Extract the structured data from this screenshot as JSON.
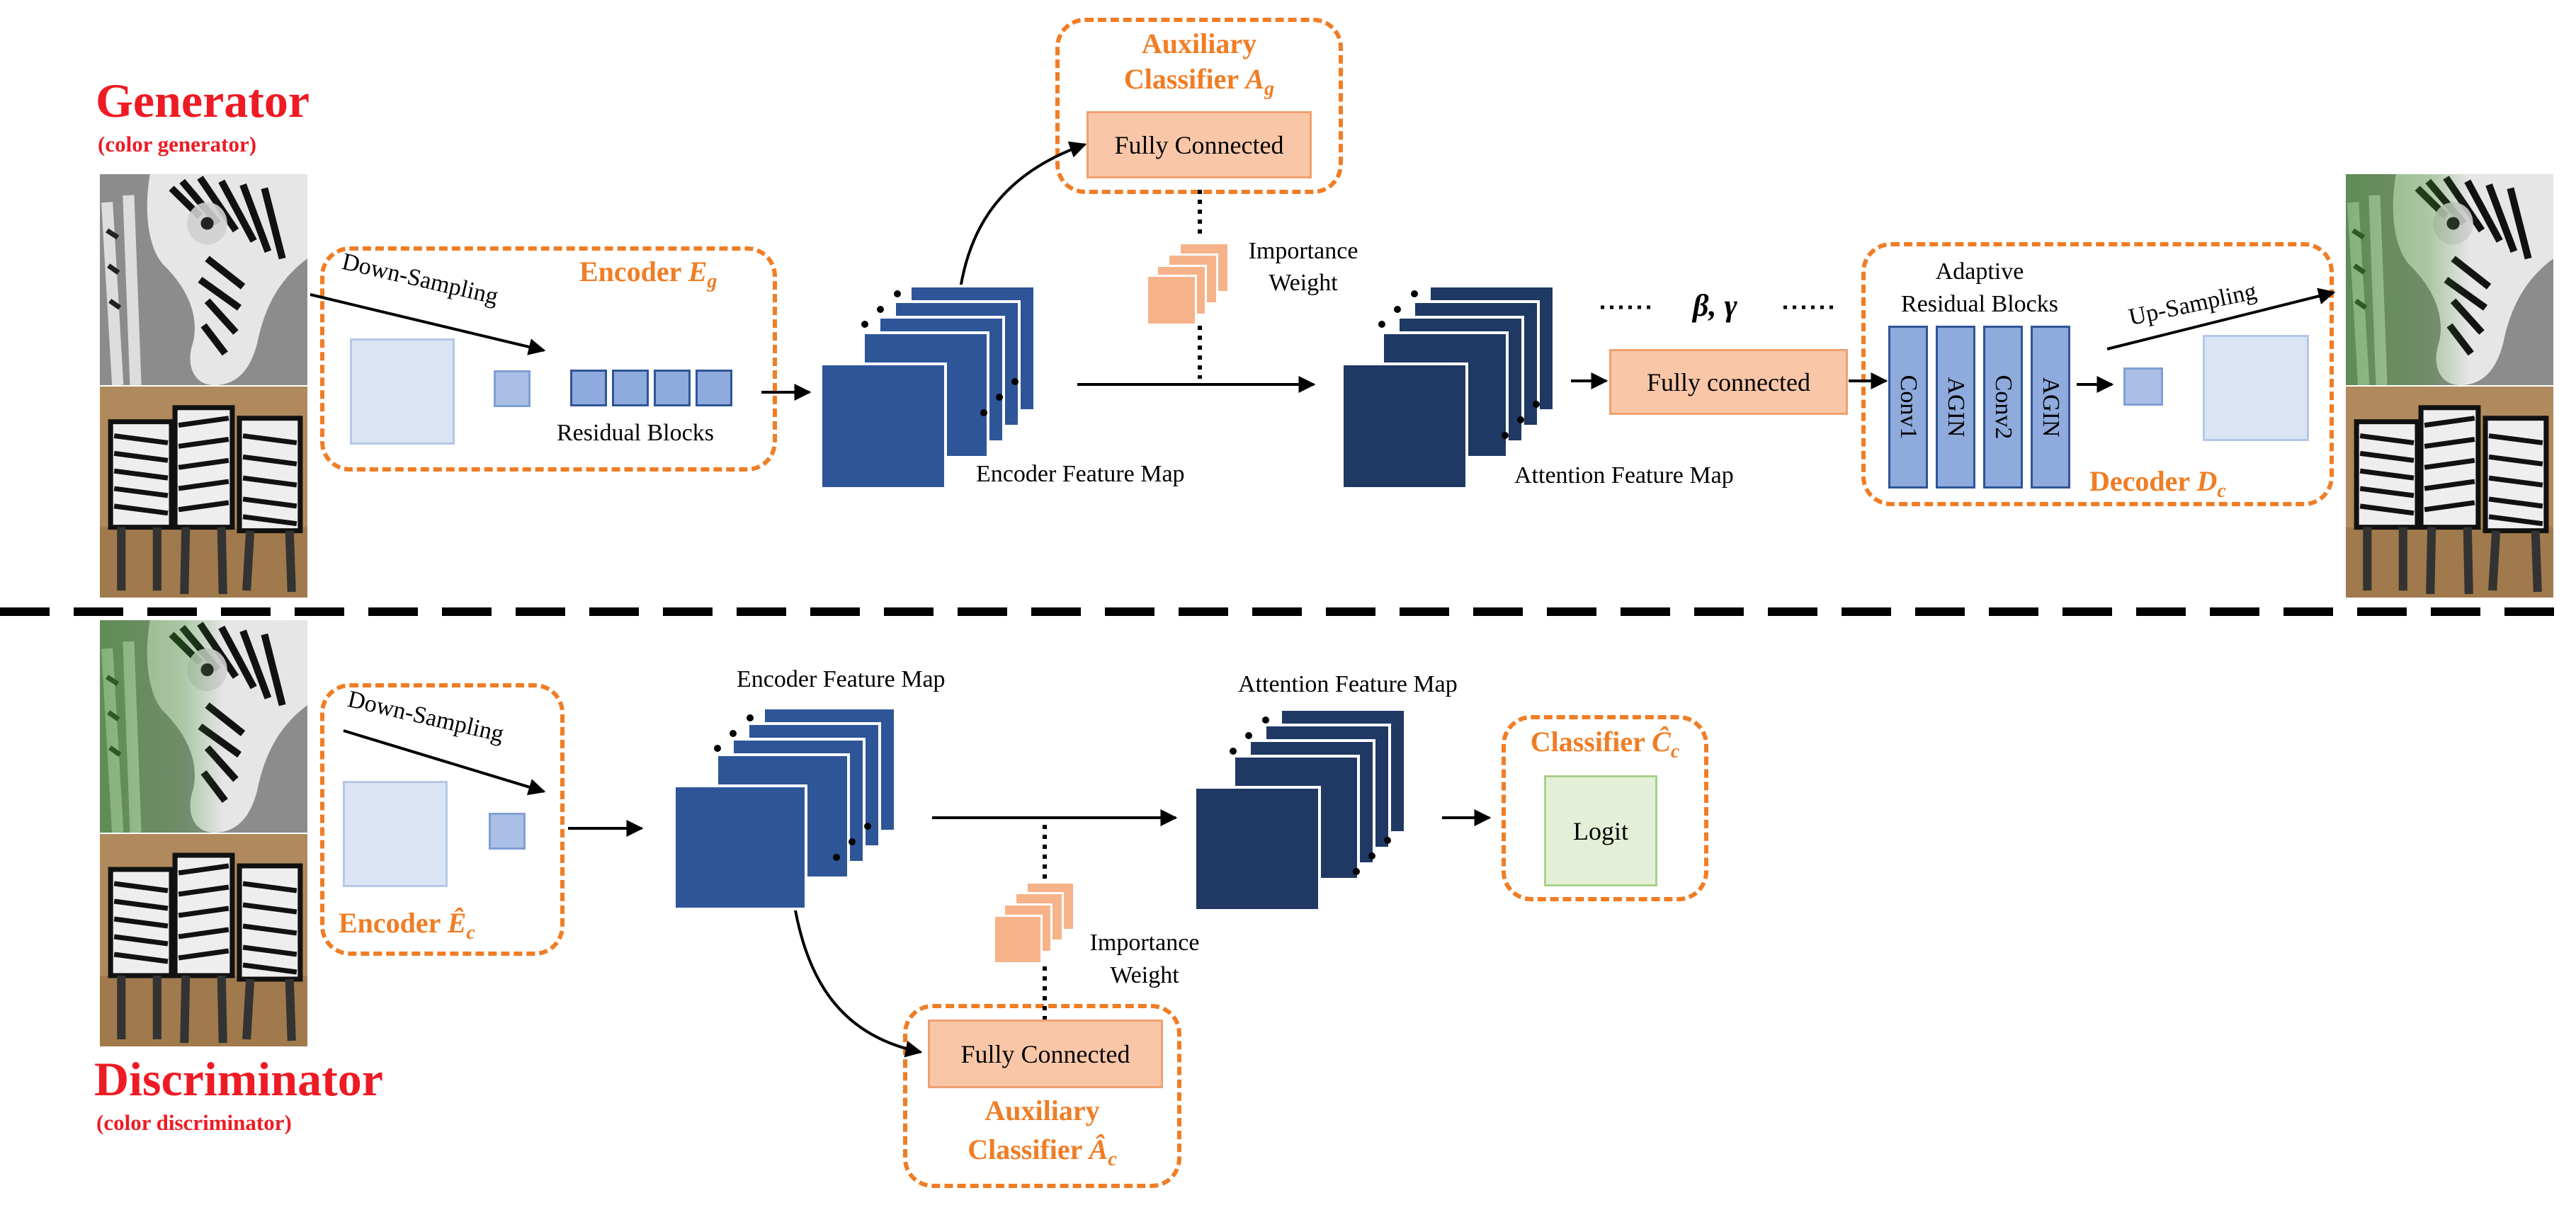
{
  "generator": {
    "title": "Generator",
    "subtitle": "(color generator)",
    "encoder_title": "Encoder",
    "encoder_math": "E_g",
    "down_sampling": "Down-Sampling",
    "residual_blocks": "Residual Blocks",
    "aux_title_1": "Auxiliary",
    "aux_title_2": "Classifier",
    "aux_math": "A_g",
    "fully_connected": "Fully Connected",
    "importance_1": "Importance",
    "importance_2": "Weight",
    "encoder_feature_map": "Encoder Feature Map",
    "attention_feature_map": "Attention Feature Map",
    "params": "β, γ",
    "fully_connected_2": "Fully connected",
    "adaptive_1": "Adaptive",
    "adaptive_2": "Residual Blocks",
    "adaptive_blocks": [
      "Conv1",
      "AGIN",
      "Conv2",
      "AGIN"
    ],
    "up_sampling": "Up-Sampling",
    "decoder_title": "Decoder",
    "decoder_math": "D_c"
  },
  "discriminator": {
    "title": "Discriminator",
    "subtitle": "(color discriminator)",
    "down_sampling": "Down-Sampling",
    "encoder_title": "Encoder",
    "encoder_math": "Ê_c",
    "encoder_feature_map": "Encoder Feature Map",
    "attention_feature_map": "Attention Feature Map",
    "classifier_title": "Classifier",
    "classifier_math": "Ĉ_c",
    "logit": "Logit",
    "importance_1": "Importance",
    "importance_2": "Weight",
    "fully_connected": "Fully Connected",
    "aux_title_1": "Auxiliary",
    "aux_title_2": "Classifier",
    "aux_math": "Â_c"
  },
  "images": {
    "gen_input_top": "grayscale zebra grazing",
    "gen_input_bottom": "zebra herd",
    "gen_output_top": "colored zebra grazing",
    "gen_output_bottom": "zebra herd",
    "dis_input_top": "colored zebra grazing",
    "dis_input_bottom": "zebra herd"
  },
  "colors": {
    "title_red": "#ee1b24",
    "dashed_orange": "#f07d25",
    "encoder_blue": "#2e5597",
    "attention_navy": "#1f3864",
    "orange_fill": "#f9c7a8",
    "green_fill": "#e3f0d7"
  }
}
